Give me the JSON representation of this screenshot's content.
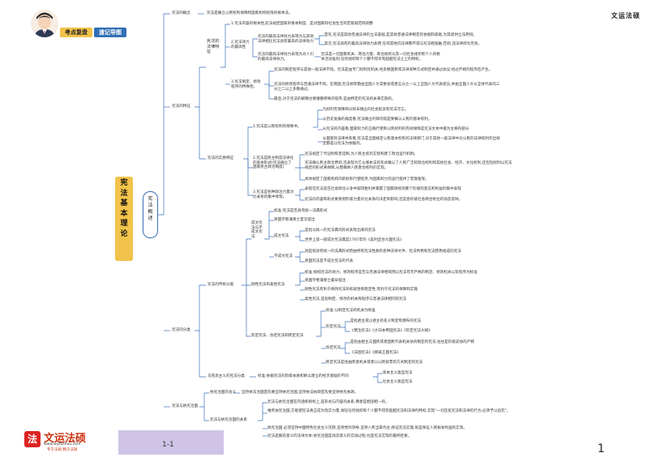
{
  "header": {
    "badge_a": "考点复盘",
    "badge_b": "速记导图",
    "brand": "文运法硕"
  },
  "root": {
    "title": "宪法基本理论",
    "sub": "宪法概述"
  },
  "concept": {
    "label": "宪法的概念",
    "text": "宪法是确立公民权利保障和国家机构权限的根本法。"
  },
  "features": {
    "label": "宪法的特征",
    "law": {
      "label": "宪法的法律特征",
      "p1_label": "1.宪法内容的根本性。",
      "p1_text": "宪法规定国家的根本制度、是对国家和社会生活的宏观规范和调整",
      "p2_label": "2.宪法效力的最高性",
      "p2_a_label": "宪法的最高法律效力表现为与其他法律相比宪法具有最高的法律效力",
      "p2_a1": "首先,宪法是其他普通法律的立法基础,是其他普通法律制定的依据和基础,为其提供立法原则。",
      "p2_a2": "其次,宪法具有的最高法律效力表明,任何其他的法律都不得与宪法相抵触,否则,违法律即为无效。",
      "p2_b_label": "宪法的最高法律效力表现为对人们的最高法律效力。",
      "p2_b_text": "宪法是一切国家机关、政治力量、政治组织以及一切社会组织和个人的根本活动准则,任何组织和个人都不得享有超越宪法之上的特权。",
      "p3_label": "3.宪法制定、修改程序的特殊性。",
      "p3_a": "宪法的制定程序与其他一般法律不同。宪法是由专门的制宪机关,经多数国民或法律某种方式制定并通过会议,经过严格的程序后产生。",
      "p3_b": "宪法的修改程序与普通法律不同。在我国,宪法修改需由全国人大常委会或者五分之一以上全国人大代表提议,并由全国人大以全体代表的三分之二以上多数通过。",
      "p3_c": "最后,对于宪法的解释也要遵循特殊的程序,是由特定的宪法机关来实施的。"
    },
    "essence": {
      "label": "宪法的实质特征",
      "e1_label": "1.宪法是公民权利的保障书。",
      "e1_a": "凡权利无保障和分权未确立的社会就没有宪法可言。",
      "e1_b": "从历史发展的角度看,宪法确立的目的就是要确认公民的基本权利。",
      "e1_c": "从宪法的内容看,国家权力的正确行使和公民权利的有效保障是宪法文本中最为主要的部分",
      "e1_d": "从国家的法律体系看,宪法是全面规定公民基本权利的法律部门,对于其他一般法律中对公民的法律权利作出规定都是以宪法为依据的。",
      "e2_label": "2.宪法是民主制度法律化的基本形式(宪法确立了国家民主政治制度)",
      "e2_a": "宪法规定了代议制和普选制,为人民主权的实现构建了政治运行机制。",
      "e2_b": "宪法确认民主政治原则,还表现为它以根本法的形式确认了人民广泛的政治权利和其他社会、经济、文化权利,还包括权利以宪法规定的形式来保障,从而确保人民政治权利的实现。",
      "e2_c": "具体规定了国家机构的职权和行使程序,为国家权力的运行提供了宏观框架。",
      "e3_label": "3.宪法是各种政治力量对比关系的集中体现。",
      "e3_a": "表现在宪法是在社会政治斗争中取得胜利并掌握了国家政权的那个阶级的意志和利益的集中表现",
      "e3_b": "宪法的内容和形式要受到阶级力量对比关系的决定和影响,还是各阶级社会政治地位的动态反映。"
    }
  },
  "classification": {
    "label": "宪法的分类",
    "traditional": {
      "label": "宪法的传统分类",
      "written": {
        "label": "成文宪法与不成文宪法",
        "std": "标准:宪法是否具有统一法典形式",
        "origin": "英国学者蒲莱士首次提出",
        "wc_label": "成文宪法",
        "wc_a": "是指以统一的宪法典的形式表现出来的宪法",
        "wc_b": "世界上第一部成文宪法典是1787年的《美利坚合众国宪法》",
        "uwc_label": "不成文宪法",
        "uwc_a": "则是指没有统一的法典形式而由特有宪法性质的各种法律文件、宪法判例和宪法惯例组成的宪法",
        "uwc_b": "英国宪法是不成文宪法的代表"
      },
      "rigid": {
        "label": "刚性宪法和柔性宪法",
        "std": "标准:按照宪法的效力、修改程序是否与普通法律相同而以宪法有无严格的制定、修改机关以及程序为标准",
        "origin": "英国学者蒲莱士最早提出",
        "r_a": "刚性宪法有利于保持宪法的权威性和稳定性,有利于宪法的保障和实施",
        "r_b": "柔性宪法,是指制定、修改的机关和程序与普通法律相同的宪法"
      },
      "enacted": {
        "label": "钦定宪法、协定宪法和民定宪法",
        "std": "标准:以制定宪法的机关为标准",
        "q_label": "钦定宪法",
        "q_a": "是指君主或以君主的名义制定和颁布的宪法",
        "q_b": "《明治宪法》《大日本帝国宪法》《钦定宪法大纲》",
        "x_label": "协定宪法",
        "x_a": "是指由君主与国民或者国民代表机关协商制定的宪法,往往是阶级妥协的产物",
        "x_b": "《法国宪法》《挪威王国宪法》",
        "m_label": "民定宪法",
        "m_text": "民定宪法是指由民意机关或者以公民投票的方式制定的宪法"
      }
    },
    "marxist": {
      "label": "马克思主义的宪法分类",
      "std": "标准:依据宪法的阶级本质和赖以建立的经济基础的不同",
      "a": "资本主义类型宪法",
      "b": "社会主义类型宪法"
    }
  },
  "rule": {
    "label": "宪法与依宪治国",
    "c1_label": "依宪治国的含义",
    "c1_text": "坚持依法治国首先要坚持依宪治国,坚持依法执政首先要坚持依宪执政。",
    "c2_label": "宪法与依宪治国的关系",
    "c2_a": "宪法与依宪治国在内涵和目标上,是形式与内容的关系,两者是相适相一的。",
    "c2_b": "唯有依宪治国,方能使宪法真正成为现实力量,保证任何组织和个人都不得有超越宪法和法律的特权,实现\"一切违反宪法和法律的行为,必须予以追究\"。",
    "c2_c": "依宪治国,必须坚持中国特色社会主义宪政,坚持党的领导,坚持人民当家作主,保证宪法实施,就是保证人民根本利益的实现。",
    "c2_d": "宪法是静态意义的法律文本;依宪治国是动态意义的实践过程,也是宪法实现的最终结果。"
  },
  "footer": {
    "logo_name": "文运法硕",
    "logo_url": "www.wyfashuo.com",
    "logo_slogan": "专于法硕  精于法硕",
    "page_code": "1-1",
    "page_num": "1"
  }
}
